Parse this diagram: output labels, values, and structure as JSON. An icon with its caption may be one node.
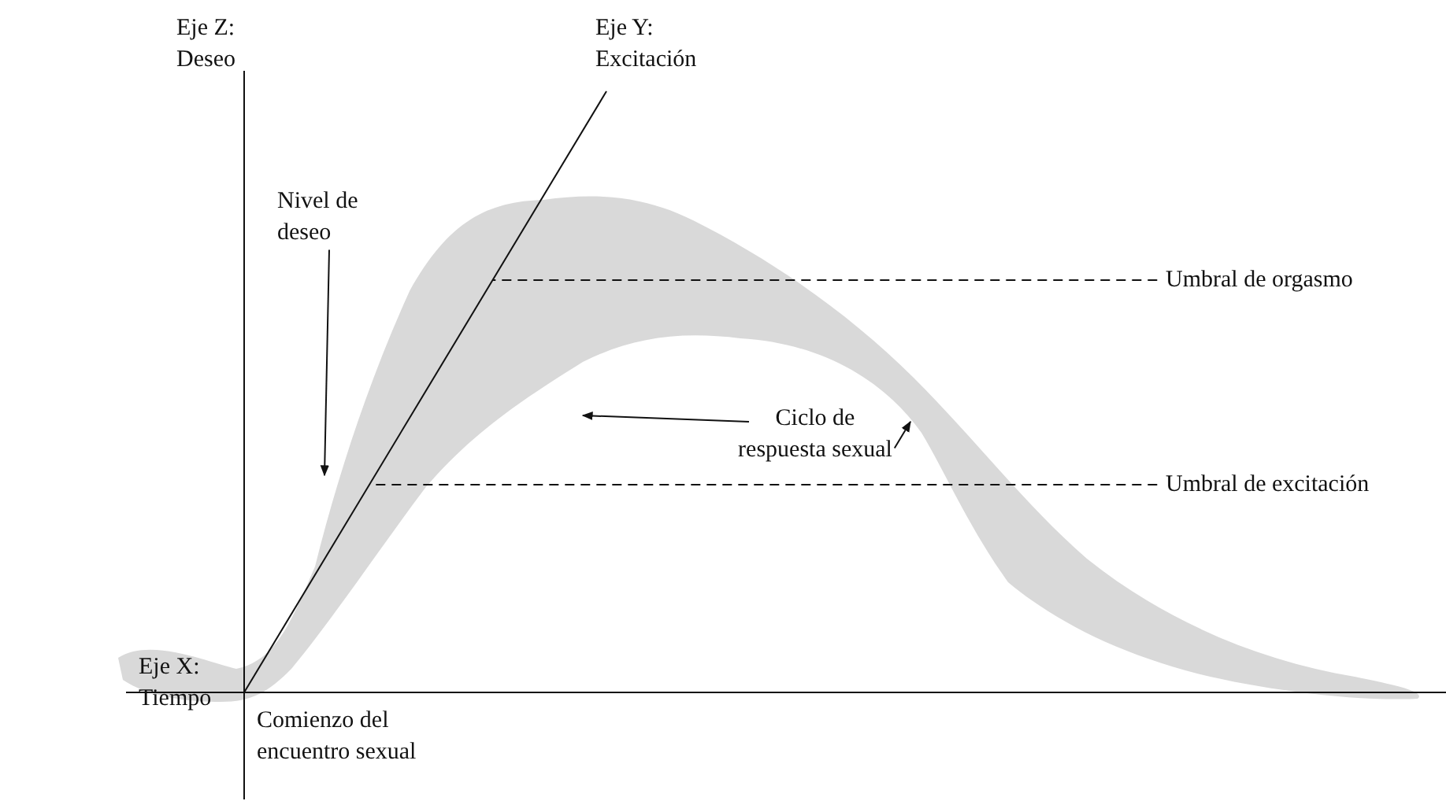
{
  "diagram": {
    "nodes": [
      {
        "text": [],
        "shape": "area"
      },
      {
        "text": [
          "Nivel de deseo"
        ]
      },
      {
        "text": [
          "Ciclo de respuesta sexual"
        ]
      },
      {
        "text": [
          "Umbral de orgasmo"
        ]
      },
      {
        "text": [
          "Umbral de excitación"
        ]
      }
    ],
    "edges": [
      {
        "from": 1,
        "to": 0,
        "arrow": "to"
      },
      {
        "from": 2,
        "to": 0,
        "arrow": "to"
      },
      {
        "from": 2,
        "to": 0,
        "arrow": "to"
      },
      {
        "from": 3,
        "to": 0,
        "arrow": "none",
        "style": "dashed"
      },
      {
        "from": 4,
        "to": 0,
        "arrow": "none",
        "style": "dashed"
      }
    ],
    "labels": [
      "Eje Z: Deseo",
      "Eje Y: Excitación",
      "Eje X: Tiempo",
      "Comienzo del encuentro sexual"
    ]
  }
}
